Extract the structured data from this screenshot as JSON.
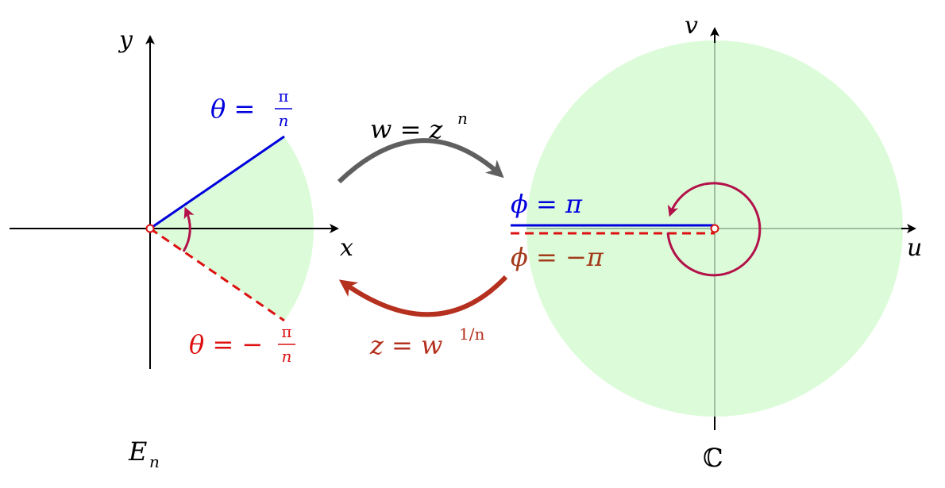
{
  "left_plane": {
    "x_axis_label": "x",
    "y_axis_label": "y",
    "region_label": {
      "base": "E",
      "subscript": "n"
    },
    "upper_ray_label": {
      "lhs": "θ =",
      "numerator": "π",
      "denominator": "n"
    },
    "lower_ray_label": {
      "lhs": "θ = −",
      "numerator": "π",
      "denominator": "n"
    }
  },
  "right_plane": {
    "u_axis_label": "u",
    "v_axis_label": "v",
    "plane_label": "ℂ",
    "upper_cut_label": "ϕ = π",
    "lower_cut_label": "ϕ = −π"
  },
  "maps": {
    "forward": {
      "lhs": "w = z",
      "exponent": "n"
    },
    "inverse": {
      "lhs": "z = w",
      "exponent": "1/n"
    }
  },
  "colors": {
    "region_fill": "#dcfcd9",
    "axis": "#000000",
    "faint_axis": "#8aa88a",
    "upper_ray": "#0000dd",
    "lower_ray": "#dd1111",
    "angle_arc": "#b3114a",
    "forward_arrow": "#5f5f5f",
    "inverse_arrow": "#b5301e",
    "lower_cut_label": "#a33a1a"
  }
}
